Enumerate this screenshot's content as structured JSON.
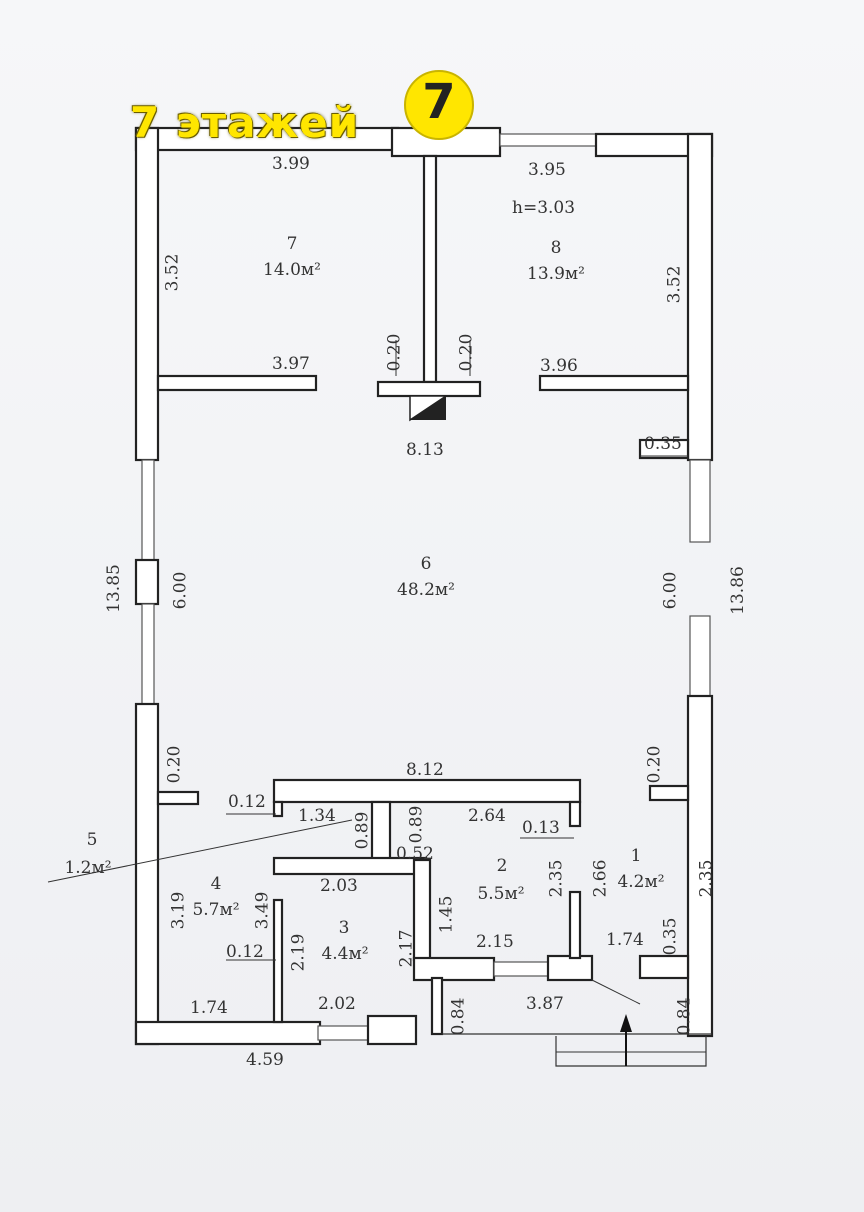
{
  "brand": {
    "text": "7 этажей",
    "logo": "7"
  },
  "height": "h=3.03",
  "rooms": [
    {
      "id": "7",
      "area": "14.0м²"
    },
    {
      "id": "8",
      "area": "13.9м²"
    },
    {
      "id": "6",
      "area": "48.2м²"
    },
    {
      "id": "5",
      "area": "1.2м²"
    },
    {
      "id": "4",
      "area": "5.7м²"
    },
    {
      "id": "3",
      "area": "4.4м²"
    },
    {
      "id": "2",
      "area": "5.5м²"
    },
    {
      "id": "1",
      "area": "4.2м²"
    }
  ],
  "dimensions": {
    "top_left": "3.99",
    "top_right": "3.95",
    "left_room7": "3.52",
    "right_room8": "3.52",
    "partition_left": "3.97",
    "partition_right": "3.96",
    "col_left": "0.20",
    "col_right": "0.20",
    "center_width": "8.13",
    "right_wall": "0.35",
    "left_total": "13.85",
    "left_hall": "6.00",
    "right_total": "13.86",
    "right_hall": "6.00",
    "bath_wall_width": "8.12",
    "left_stub": "0.20",
    "right_stub": "0.20",
    "r5_thick": "0.12",
    "r5_len": "1.34",
    "mid_a": "0.89",
    "mid_b": "0.89",
    "mid_c": "0.52",
    "r2_top": "2.64",
    "r1_thick": "0.13",
    "r4_width": "2.03",
    "r4_left": "3.19",
    "r4_inner": "3.49",
    "r3_wall": "0.12",
    "r3_left": "2.19",
    "r3_right": "2.17",
    "r2_left": "1.45",
    "r2_bottom": "2.15",
    "r2_h1": "2.35",
    "r2_h2": "2.66",
    "r1_h": "2.35",
    "r1_thick2": "0.35",
    "r1_bottom": "1.74",
    "bottom_left": "1.74",
    "bottom_mid": "2.02",
    "bottom_total": "4.59",
    "entry_left": "0.84",
    "entry_width": "3.87",
    "entry_right": "0.84"
  }
}
